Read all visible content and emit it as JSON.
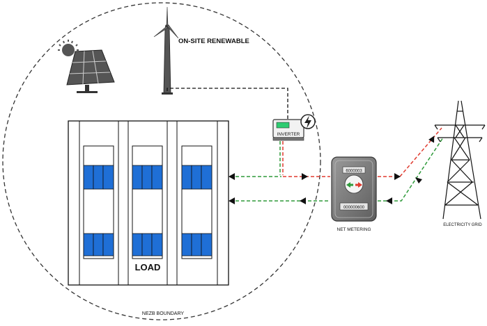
{
  "labels": {
    "onsite_renewable": "ON-SITE RENEWABLE",
    "inverter": "INVERTER",
    "load": "LOAD",
    "net_metering": "NET METERING",
    "electricity_grid": "ELECTRICITY GRID",
    "boundary": "NEZB BOUNDARY",
    "meter_top_reading": "6000003",
    "meter_bottom_reading": "000000600"
  },
  "colors": {
    "panel_blue": "#1f6fd6",
    "inverter_screen": "#2ecc71",
    "line_red": "#e03a2e",
    "line_green": "#2e9a3a",
    "line_black": "#111111",
    "meter_body": "#7d7d7d"
  },
  "icons": {
    "solar": "solar-panel-icon",
    "wind": "wind-turbine-icon",
    "inverter": "inverter-icon",
    "bolt": "lightning-icon",
    "meter": "electric-meter-icon",
    "tower": "transmission-tower-icon"
  }
}
